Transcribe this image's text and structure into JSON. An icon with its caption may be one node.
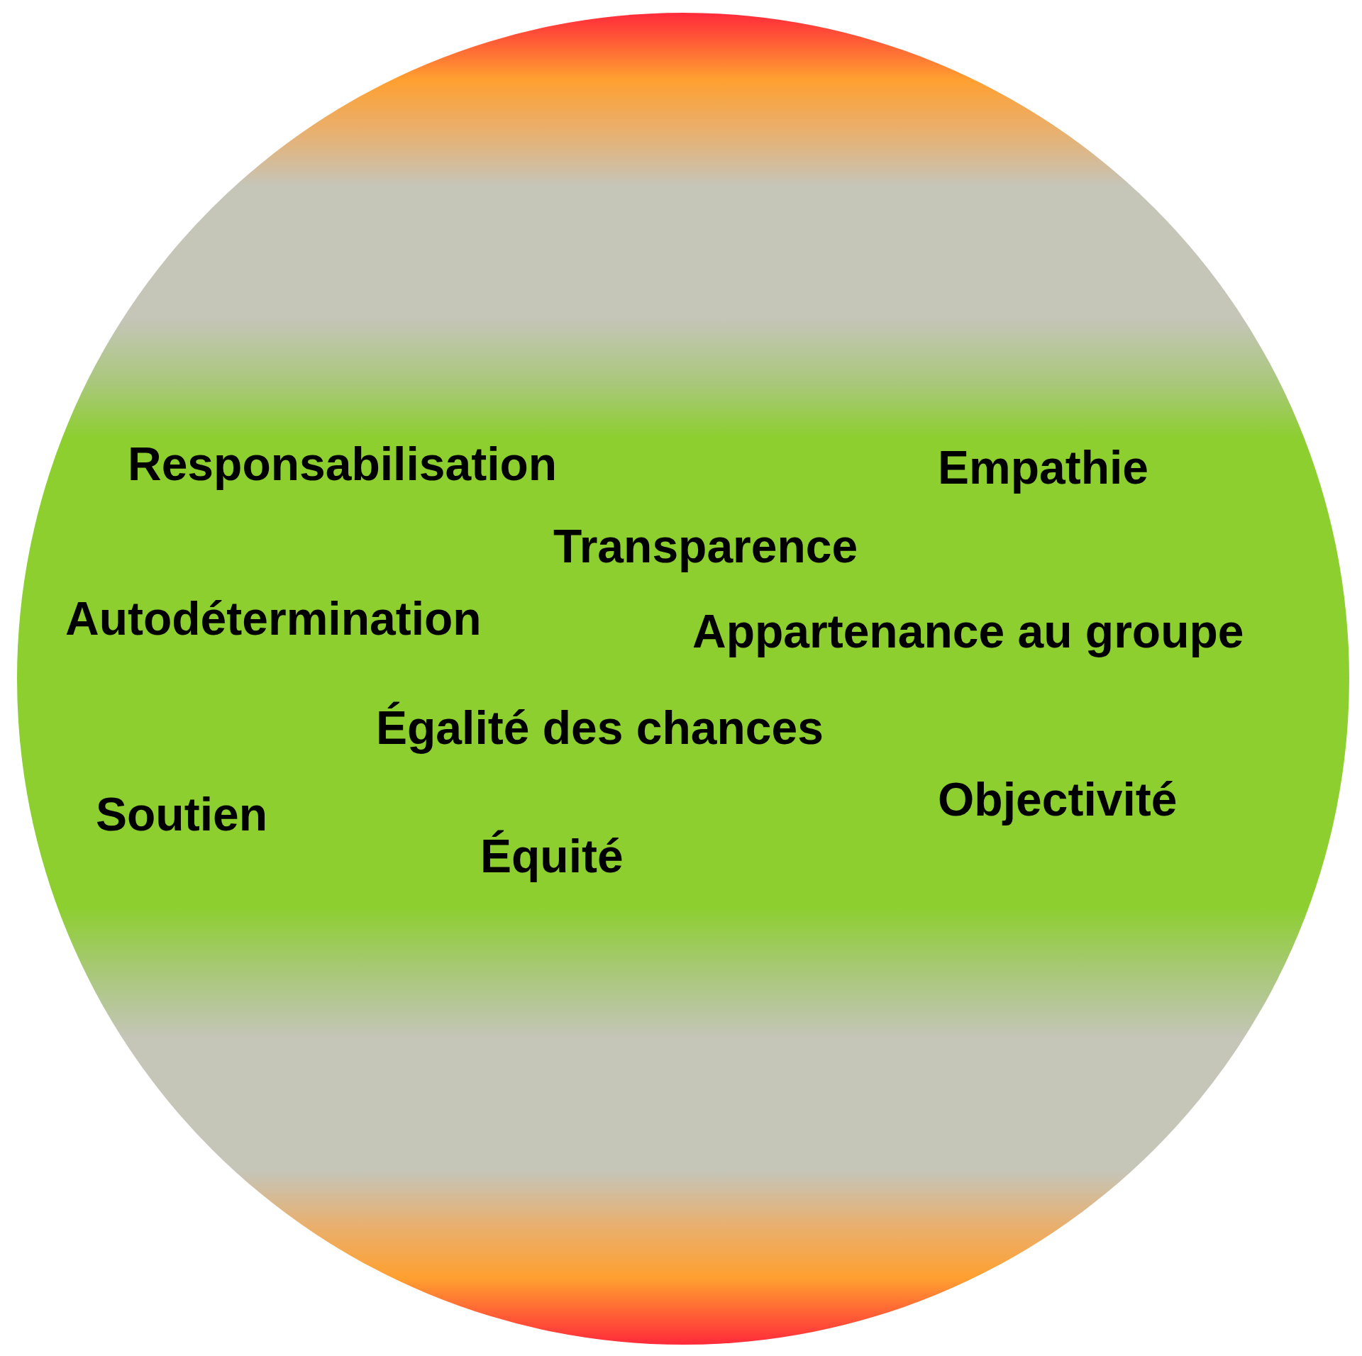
{
  "diagram": {
    "nodes": [
      {
        "text": [
          "Responsabilisation",
          "Empathie",
          "Transparence",
          "Autodétermination",
          "Appartenance au groupe",
          "Égalité des chances",
          "Objectivité",
          "Soutien",
          "Équité"
        ]
      }
    ]
  }
}
